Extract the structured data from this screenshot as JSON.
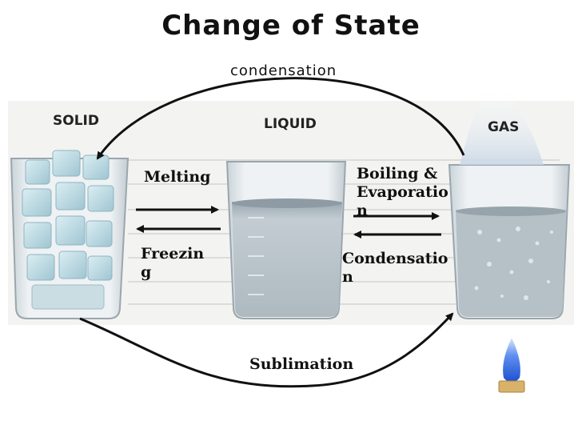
{
  "title": "Change of State",
  "states": {
    "solid": "SOLID",
    "liquid": "LIQUID",
    "gas": "GAS"
  },
  "labels": {
    "condensation_top": "condensation",
    "melting": "Melting",
    "freezing": "Freezing",
    "boiling_evaporation": "Boiling & Evaporation",
    "condensation": "Condensation",
    "sublimation": "Sublimation"
  },
  "icons": [
    "beaker-ice-icon",
    "beaker-water-icon",
    "beaker-gas-icon",
    "flame-icon"
  ]
}
